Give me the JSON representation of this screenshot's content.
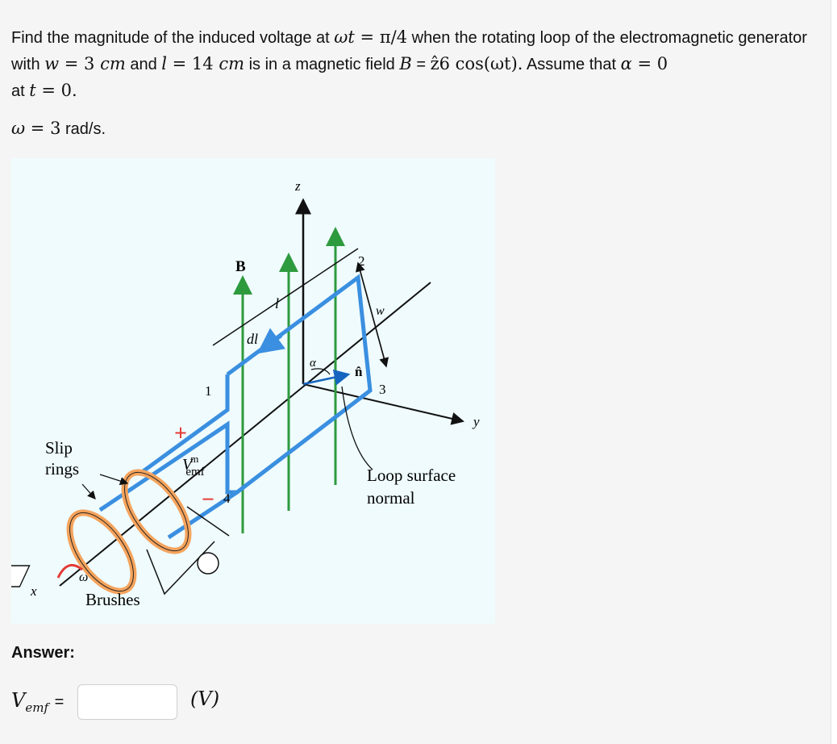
{
  "question": {
    "t1": "Find the magnitude of the induced voltage at ",
    "m1": "ωt",
    "m1eq": " = ",
    "m1val": "π/4",
    "t2": " when the rotating loop of the electromagnetic generator with ",
    "m2": "w",
    "m2eq": " = 3 ",
    "m2unit": "cm",
    "t3": " and ",
    "m3": "l",
    "m3eq": " = 14 ",
    "m3unit": "cm",
    "t4": " is in a magnetic field ",
    "m4": "B",
    "t5": " = ",
    "m5": "ẑ6 cos(ωt).",
    "t6": " Assume that ",
    "m6": "α",
    "m6eq": " = 0",
    "t7": " at ",
    "m7": "t",
    "m7eq": " = 0."
  },
  "omega_line": {
    "symbol": "ω",
    "eq": " = 3",
    "unit": " rad/s."
  },
  "figure": {
    "label_z": "z",
    "label_y": "y",
    "label_x": "x",
    "label_B": "B",
    "label_l": "l",
    "label_dl": "dl",
    "label_w": "w",
    "label_alpha": "α",
    "label_n": "n̂",
    "label_1": "1",
    "label_2": "2",
    "label_3": "3",
    "label_4": "4",
    "label_plus": "+",
    "label_minus": "−",
    "label_vm": "V",
    "label_vm_sup": "m",
    "label_vm_sub": "emf",
    "label_slip1": "Slip",
    "label_slip2": "rings",
    "label_brushes": "Brushes",
    "label_omega": "ω",
    "label_normal1": "Loop surface",
    "label_normal2": "normal"
  },
  "answer": {
    "label": "Answer:",
    "var": "V",
    "var_sub": "emf",
    "eq": "=",
    "input_value": "",
    "unit": "(V)"
  }
}
